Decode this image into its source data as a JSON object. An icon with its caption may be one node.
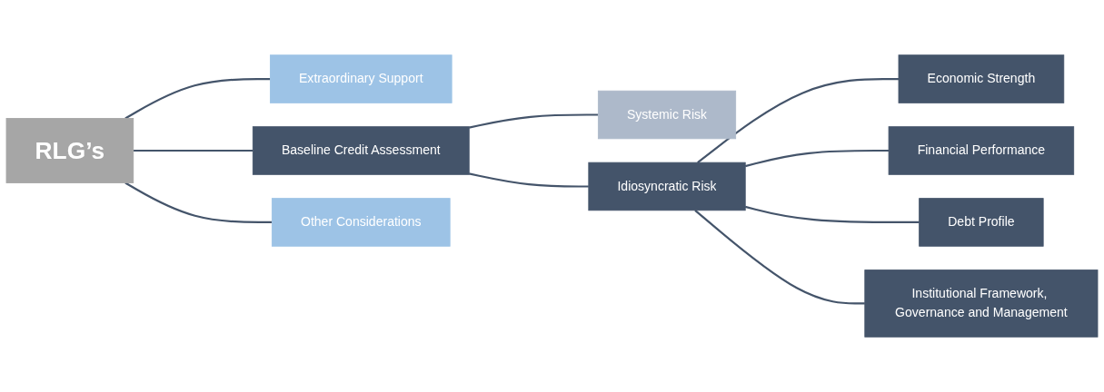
{
  "diagram": {
    "nodes": [
      {
        "text": [
          "RLG’s"
        ]
      },
      {
        "text": [
          "Extraordinary Support"
        ]
      },
      {
        "text": [
          "Baseline Credit Assessment"
        ]
      },
      {
        "text": [
          "Other Considerations"
        ]
      },
      {
        "text": [
          "Systemic Risk"
        ]
      },
      {
        "text": [
          "Idiosyncratic Risk"
        ]
      },
      {
        "text": [
          "Economic Strength"
        ]
      },
      {
        "text": [
          "Financial Performance"
        ]
      },
      {
        "text": [
          "Debt Profile"
        ]
      },
      {
        "text": [
          "Institutional Framework, Governance and Management"
        ]
      }
    ],
    "edges": [
      {
        "from": 0,
        "to": 1,
        "arrow": "none"
      },
      {
        "from": 0,
        "to": 2,
        "arrow": "none"
      },
      {
        "from": 0,
        "to": 3,
        "arrow": "none"
      },
      {
        "from": 2,
        "to": 4,
        "arrow": "none"
      },
      {
        "from": 2,
        "to": 5,
        "arrow": "none"
      },
      {
        "from": 5,
        "to": 6,
        "arrow": "none"
      },
      {
        "from": 5,
        "to": 7,
        "arrow": "none"
      },
      {
        "from": 5,
        "to": 8,
        "arrow": "none"
      },
      {
        "from": 5,
        "to": 9,
        "arrow": "none"
      }
    ]
  }
}
